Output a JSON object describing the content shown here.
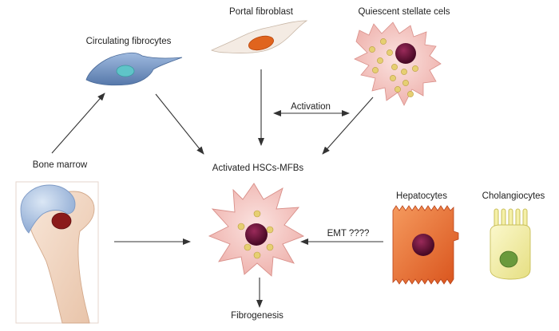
{
  "labels": {
    "circulating_fibrocytes": "Circulating fibrocytes",
    "portal_fibroblast": "Portal fibroblast",
    "quiescent_stellate": "Quiescent stellate cels",
    "activation": "Activation",
    "bone_marrow": "Bone marrow",
    "activated_hscs": "Activated HSCs-MFBs",
    "hepatocytes": "Hepatocytes",
    "cholangiocytes": "Cholangiocytes",
    "emt": "EMT ????",
    "fibrogenesis": "Fibrogenesis"
  },
  "colors": {
    "fibrocyte_body": "#6d8fbf",
    "fibrocyte_nucleus": "#5fc4c8",
    "fibroblast_body": "#f4ebe3",
    "fibroblast_nucleus": "#e0641e",
    "stellate_body": "#f2c1bd",
    "stellate_nucleus": "#6b1238",
    "lipid_droplet": "#e6cf72",
    "hepatocyte_body": "#e76a2a",
    "hepatocyte_nucleus": "#6b1238",
    "cholangiocyte_body": "#f5f0a8",
    "cholangiocyte_nucleus": "#6a9a3c",
    "bone": "#f3d9c6",
    "cartilage": "#a7bfe0",
    "marrow": "#8b1a1a",
    "arrow": "#333333"
  }
}
